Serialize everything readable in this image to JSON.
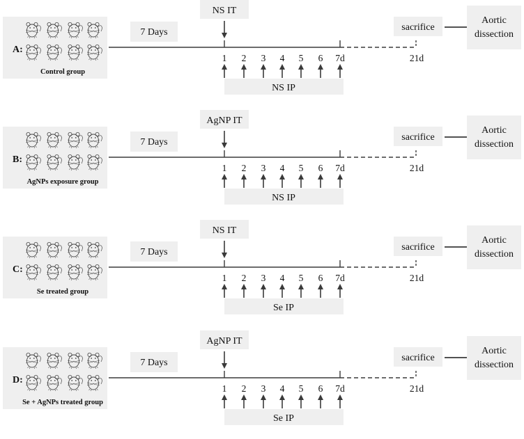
{
  "colors": {
    "box_fill": "#efefef",
    "box_stroke": "#d0d0d0",
    "line": "#3a3a3a",
    "text": "#111111"
  },
  "panels": [
    {
      "letter": "A:",
      "group_label": "Control group",
      "it_label": "NS IT",
      "days_label": "7 Days",
      "ip_label": "NS  IP",
      "timepoints": [
        "1",
        "2",
        "3",
        "4",
        "5",
        "6",
        "7d"
      ],
      "end_day": "21d",
      "sacrifice_label": "sacrifice",
      "outcome_label": [
        "Aortic",
        "dissection"
      ]
    },
    {
      "letter": "B:",
      "group_label": "AgNPs exposure group",
      "it_label": "AgNP IT",
      "days_label": "7 Days",
      "ip_label": "NS  IP",
      "timepoints": [
        "1",
        "2",
        "3",
        "4",
        "5",
        "6",
        "7d"
      ],
      "end_day": "21d",
      "sacrifice_label": "sacrifice",
      "outcome_label": [
        "Aortic",
        "dissection"
      ]
    },
    {
      "letter": "C:",
      "group_label": "Se treated group",
      "it_label": "NS IT",
      "days_label": "7 Days",
      "ip_label": "Se  IP",
      "timepoints": [
        "1",
        "2",
        "3",
        "4",
        "5",
        "6",
        "7d"
      ],
      "end_day": "21d",
      "sacrifice_label": "sacrifice",
      "outcome_label": [
        "Aortic",
        "dissection"
      ]
    },
    {
      "letter": "D:",
      "group_label": "Se + AgNPs treated group",
      "it_label": "AgNP IT",
      "days_label": "7 Days",
      "ip_label": "Se  IP",
      "timepoints": [
        "1",
        "2",
        "3",
        "4",
        "5",
        "6",
        "7d"
      ],
      "end_day": "21d",
      "sacrifice_label": "sacrifice",
      "outcome_label": [
        "Aortic",
        "dissection"
      ]
    }
  ]
}
